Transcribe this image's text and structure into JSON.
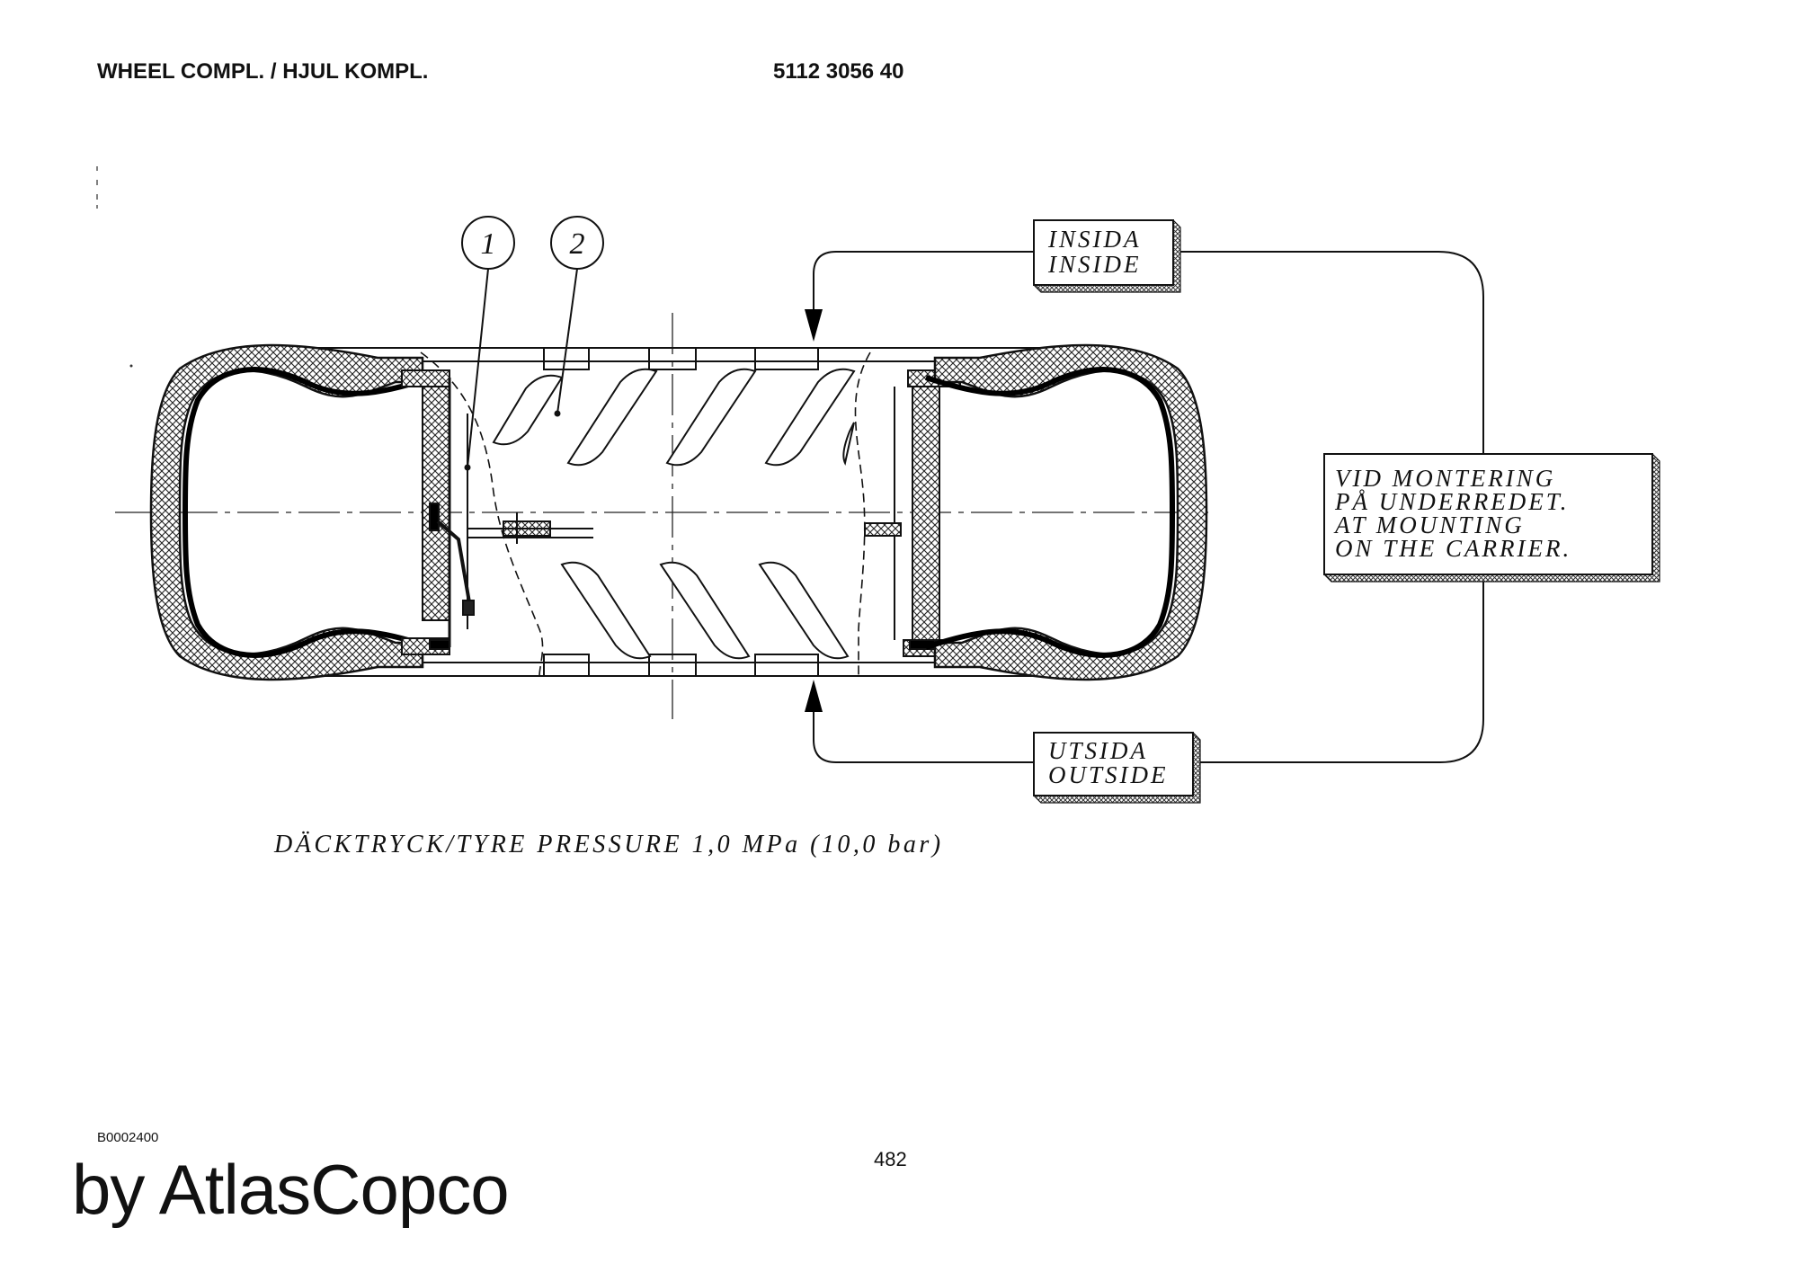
{
  "header": {
    "title": "WHEEL COMPL. / HJUL KOMPL.",
    "part_number": "5112 3056 40"
  },
  "diagram": {
    "callouts": [
      "1",
      "2"
    ],
    "inside_label": [
      "INSIDA",
      "INSIDE"
    ],
    "outside_label": [
      "UTSIDA",
      "OUTSIDE"
    ],
    "note_lines": [
      "VID  MONTERING",
      "PÅ  UNDERREDET.",
      "AT  MOUNTING",
      "ON  THE  CARRIER."
    ],
    "pressure": "DÄCKTRYCK/TYRE  PRESSURE  1,0  MPa  (10,0  bar)"
  },
  "footer": {
    "drawing_code": "B0002400",
    "page_number": "482",
    "brand": "by AtlasCopco"
  }
}
